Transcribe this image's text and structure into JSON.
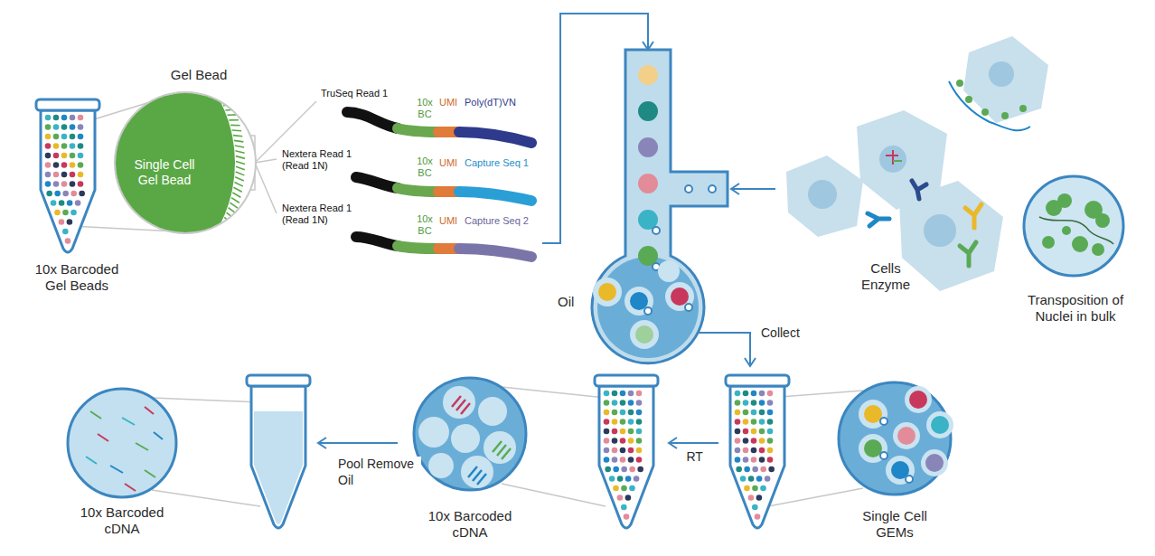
{
  "diagram": {
    "nodes": [
      {
        "text": [
          "10x Barcoded Gel Beads"
        ]
      },
      {
        "text": [
          "Gel Bead"
        ]
      },
      {
        "text": [
          "Single Cell Gel Bead"
        ],
        "in": 1
      },
      {
        "text": [
          "TruSeq Read 1",
          "10x BC",
          "UMI",
          "Poly(dT)VN"
        ]
      },
      {
        "text": [
          "Nextera Read 1 (Read 1N)",
          "10x BC",
          "UMI",
          "Capture Seq 1"
        ]
      },
      {
        "text": [
          "Nextera Read 1 (Read 1N)",
          "10x BC",
          "UMI",
          "Capture Seq 2"
        ]
      },
      {
        "text": [
          "Oil"
        ]
      },
      {
        "text": [
          "Cells Enzyme"
        ]
      },
      {
        "text": [
          "Transposition of Nuclei in bulk"
        ]
      },
      {
        "text": [
          "Single Cell GEMs"
        ]
      },
      {
        "text": [
          "10x Barcoded cDNA"
        ]
      },
      {
        "text": [
          "10x Barcoded cDNA"
        ]
      }
    ],
    "edges": [
      {
        "from": 5,
        "to": 6,
        "arrow": "to"
      },
      {
        "from": 7,
        "to": 6,
        "arrow": "to"
      },
      {
        "from": 6,
        "to": 9,
        "arrow": "to",
        "label": "Collect"
      },
      {
        "from": 9,
        "to": 10,
        "arrow": "to",
        "label": "RT"
      },
      {
        "from": 10,
        "to": 11,
        "arrow": "to",
        "label": "Pool Remove Oil"
      }
    ]
  }
}
